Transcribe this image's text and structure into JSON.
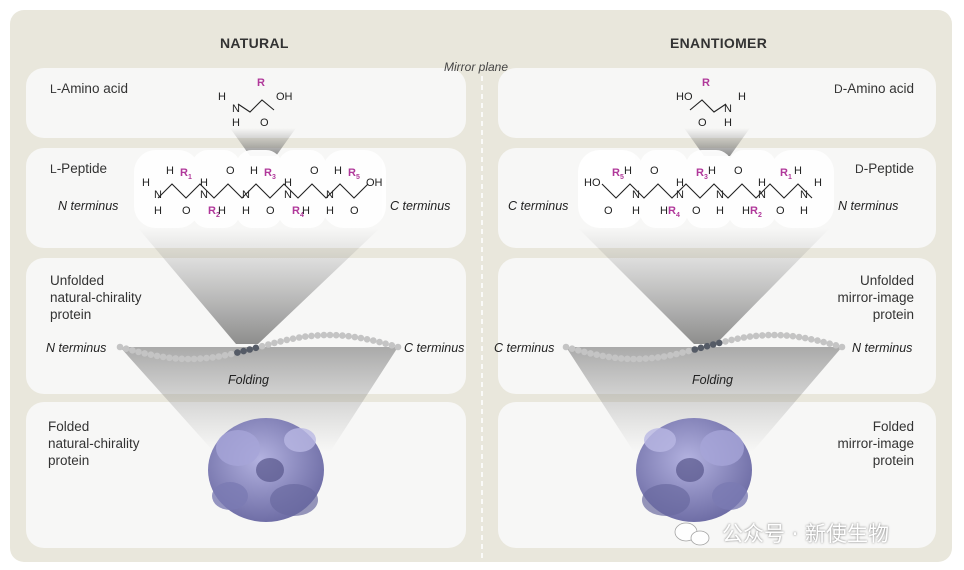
{
  "header": {
    "left": "NATURAL",
    "right": "ENANTIOMER",
    "mirror": "Mirror plane"
  },
  "left": {
    "amino_prefix": "L",
    "amino_rest": "-Amino acid",
    "peptide_prefix": "L",
    "peptide_rest": "-Peptide",
    "n_terminus": "N terminus",
    "c_terminus": "C terminus",
    "unfolded": [
      "Unfolded",
      "natural-chirality",
      "protein"
    ],
    "chain_n": "N terminus",
    "chain_c": "C terminus",
    "folding": "Folding",
    "folded": [
      "Folded",
      "natural-chirality",
      "protein"
    ]
  },
  "right": {
    "amino_prefix": "D",
    "amino_rest": "-Amino acid",
    "peptide_prefix": "D",
    "peptide_rest": "-Peptide",
    "n_terminus": "N terminus",
    "c_terminus": "C terminus",
    "unfolded": [
      "Unfolded",
      "mirror-image",
      "protein"
    ],
    "chain_n": "N terminus",
    "chain_c": "C terminus",
    "folding": "Folding",
    "folded": [
      "Folded",
      "mirror-image",
      "protein"
    ]
  },
  "chem": {
    "R": "R",
    "H": "H",
    "N": "N",
    "OH": "OH",
    "O": "O",
    "HO": "HO",
    "r_subscripts": [
      "1",
      "2",
      "3",
      "4",
      "5"
    ]
  },
  "watermark": "公众号 · 新使生物",
  "colors": {
    "accent": "#b0389a",
    "protein": "#8d8cc4",
    "frame": "#e9e7dc",
    "panel": "#f7f7f6",
    "bead": "#c4c4c4",
    "bead_dark": "#555b66"
  }
}
